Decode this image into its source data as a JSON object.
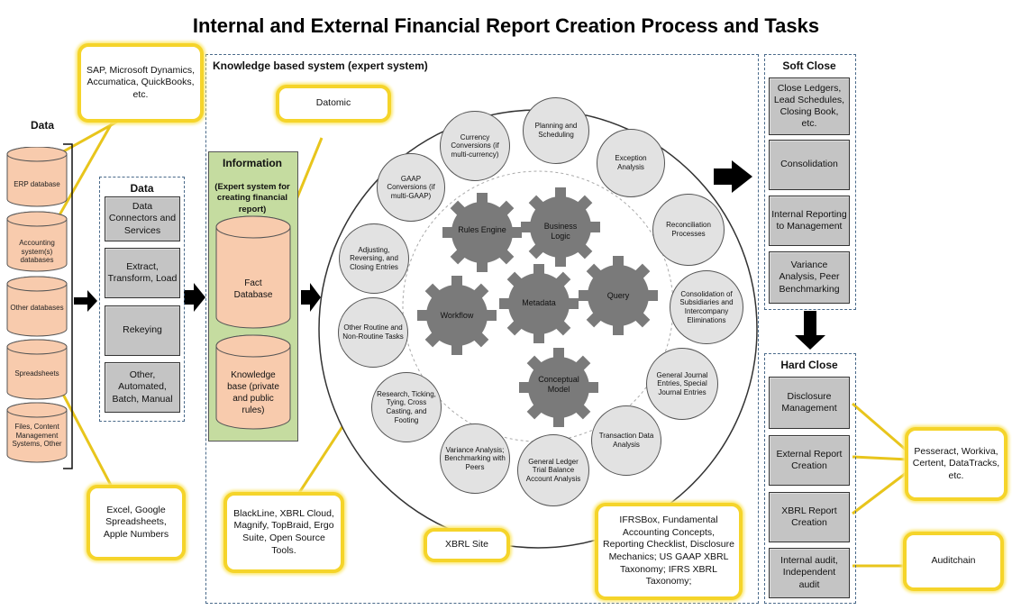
{
  "title": "Internal and External Financial Report Creation Process and Tasks",
  "data_section": {
    "label": "Data",
    "cylinders": [
      "ERP database",
      "Accounting system(s) databases",
      "Other databases",
      "Spreadsheets",
      "Files, Content Management Systems, Other"
    ]
  },
  "data_column": {
    "label": "Data",
    "boxes": [
      "Data Connectors and Services",
      "Extract, Transform, Load",
      "Rekeying",
      "Other, Automated, Batch, Manual"
    ]
  },
  "kbs": {
    "label": "Knowledge based system (expert system)",
    "info_title": "Information",
    "info_sub": "(Expert system for creating financial report)",
    "fact_db": "Fact Database",
    "knowledge_base": "Knowledge base (private and public rules)"
  },
  "gears": [
    "Rules Engine",
    "Business Logic",
    "Workflow",
    "Metadata",
    "Query",
    "Conceptual Model"
  ],
  "satellites": [
    "Currency Conversions (if multi-currency)",
    "Planning and Scheduling",
    "Exception Analysis",
    "GAAP Conversions (if multi-GAAP)",
    "Reconciliation Processes",
    "Adjusting, Reversing, and Closing Entries",
    "Consolidation of Subsidiaries and Intercompany Eliminations",
    "Other Routine and Non-Routine Tasks",
    "General Journal Entries, Special Journal Entries",
    "Research, Ticking, Tying, Cross Casting, and Footing",
    "Transaction Data Analysis",
    "Variance Analysis; Benchmarking with Peers",
    "General Ledger Trial Balance Account Analysis"
  ],
  "soft_close": {
    "label": "Soft Close",
    "boxes": [
      "Close Ledgers, Lead Schedules, Closing Book, etc.",
      "Consolidation",
      "Internal Reporting to Management",
      "Variance Analysis, Peer Benchmarking"
    ]
  },
  "hard_close": {
    "label": "Hard Close",
    "boxes": [
      "Disclosure Management",
      "External Report Creation",
      "XBRL Report Creation",
      "Internal audit, Independent audit"
    ]
  },
  "callouts": {
    "erp": "SAP, Microsoft Dynamics, Accumatica, QuickBooks, etc.",
    "datomic": "Datomic",
    "spreadsheets": "Excel, Google Spreadsheets, Apple Numbers",
    "blackline": "BlackLine, XBRL Cloud, Magnify, TopBraid, Ergo Suite, Open Source Tools.",
    "xbrl_site": "XBRL Site",
    "ifrsbox": "IFRSBox, Fundamental Accounting Concepts, Reporting Checklist, Disclosure Mechanics; US GAAP XBRL Taxonomy; IFRS XBRL Taxonomy;",
    "pesseract": "Pesseract, Workiva, Certent, DataTracks, etc.",
    "auditchain": "Auditchain"
  },
  "colors": {
    "callout_border": "#f5d42a",
    "box_gray": "#c4c4c4",
    "cylinder": "#f8cbad",
    "info_panel": "#c5dca0",
    "gear": "#7a7a7a"
  }
}
